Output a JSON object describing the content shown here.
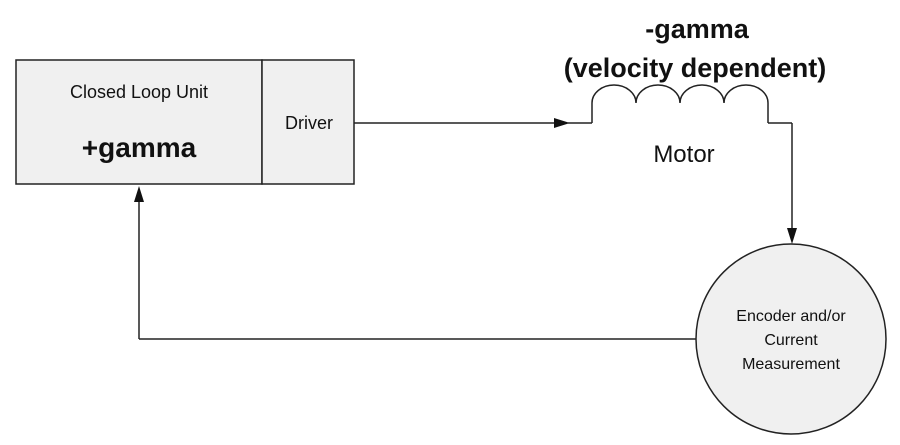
{
  "closed_loop_unit": {
    "label": "Closed Loop Unit",
    "value": "+gamma"
  },
  "driver": {
    "label": "Driver"
  },
  "motor": {
    "title_line1": "-gamma",
    "title_line2": "(velocity dependent)",
    "label": "Motor"
  },
  "encoder": {
    "line1": "Encoder and/or",
    "line2": "Current",
    "line3": "Measurement"
  },
  "colors": {
    "box_fill": "#f0f0f0",
    "stroke": "#222222"
  }
}
